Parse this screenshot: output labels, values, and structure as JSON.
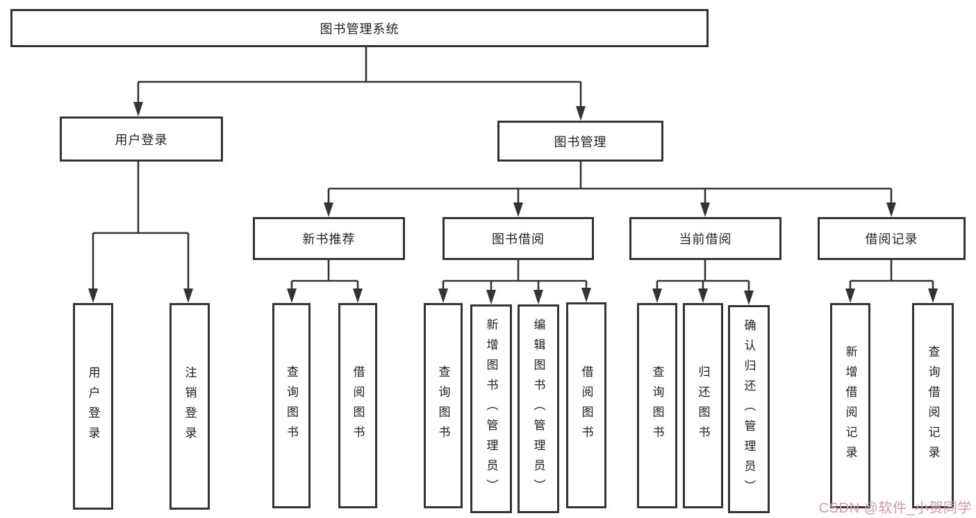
{
  "diagram": {
    "root": {
      "label": "图书管理系统",
      "children": [
        {
          "label": "用户登录",
          "children": [
            {
              "label": "用户登录"
            },
            {
              "label": "注销登录"
            }
          ]
        },
        {
          "label": "图书管理",
          "children": [
            {
              "label": "新书推荐",
              "children": [
                {
                  "label": "查询图书"
                },
                {
                  "label": "借阅图书"
                }
              ]
            },
            {
              "label": "图书借阅",
              "children": [
                {
                  "label": "查询图书"
                },
                {
                  "label": "新增图书（管理员）"
                },
                {
                  "label": "编辑图书（管理员）"
                },
                {
                  "label": "借阅图书"
                }
              ]
            },
            {
              "label": "当前借阅",
              "children": [
                {
                  "label": "查询图书"
                },
                {
                  "label": "归还图书"
                },
                {
                  "label": "确认归还（管理员）"
                }
              ]
            },
            {
              "label": "借阅记录",
              "children": [
                {
                  "label": "新增借阅记录"
                },
                {
                  "label": "查询借阅记录"
                }
              ]
            }
          ]
        }
      ]
    }
  },
  "colors": {
    "line": "#333333",
    "box_border": "#333333",
    "text": "#1f1f1f",
    "watermark": "#de9b9b"
  },
  "watermark": {
    "text": "CSDN @软件_小贺同学"
  }
}
